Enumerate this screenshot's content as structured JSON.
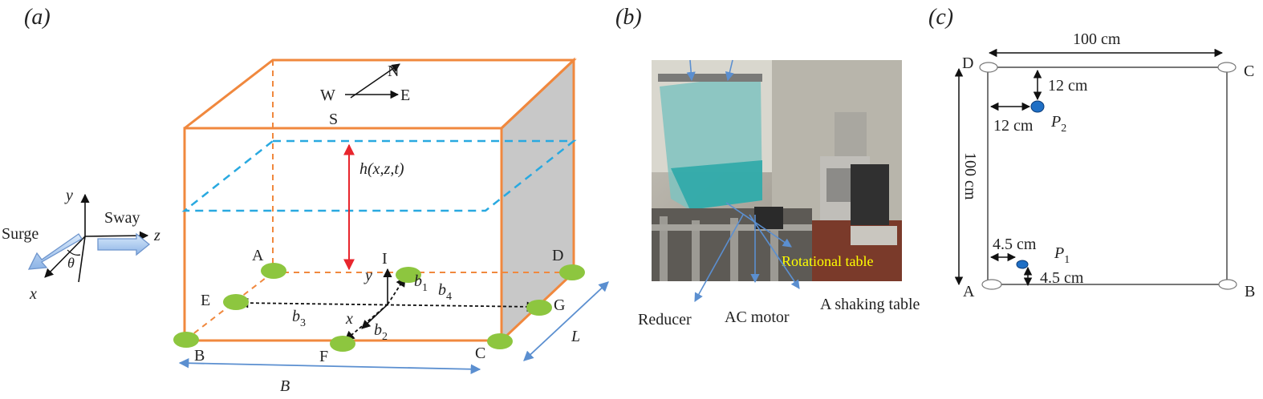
{
  "panel_a": {
    "tag": "(a)",
    "directions": {
      "n": "N",
      "w": "W",
      "e": "E",
      "s": "S"
    },
    "height_label": "h(x,z,t)",
    "axes": {
      "y": "y",
      "z": "z",
      "x": "x",
      "theta": "θ"
    },
    "motions": {
      "surge": "Surge",
      "sway": "Sway"
    },
    "points": {
      "a": "A",
      "b": "B",
      "c": "C",
      "d": "D",
      "e": "E",
      "f": "F",
      "g": "G",
      "i": "I"
    },
    "inner_axes": {
      "y": "y",
      "x": "x"
    },
    "dims": {
      "b1": "b",
      "b1_sub": "1",
      "b2": "b",
      "b2_sub": "2",
      "b3": "b",
      "b3_sub": "3",
      "b4": "b",
      "b4_sub": "4",
      "width": "B",
      "length": "L"
    }
  },
  "panel_b": {
    "tag": "(b)",
    "labels": {
      "rotational": "Rotational table",
      "reducer": "Reducer",
      "motor": "AC motor",
      "shaking": "A shaking table"
    },
    "colors": {
      "rotational_label": "#ffff00",
      "pointer": "#5b8fd0"
    }
  },
  "panel_c": {
    "tag": "(c)",
    "top_dim": "100 cm",
    "side_dim": "100 cm",
    "corners": {
      "d": "D",
      "c": "C",
      "a": "A",
      "b": "B"
    },
    "p2": {
      "name": "P",
      "sub": "2",
      "dy": "12 cm",
      "dx": "12 cm"
    },
    "p1": {
      "name": "P",
      "sub": "1",
      "dx": "4.5 cm",
      "dy": "4.5 cm"
    }
  },
  "colors": {
    "tank_edge": "#f0883e",
    "water_line": "#29a9e0",
    "height_arrow": "#e8262d",
    "gauge": "#8dc63f",
    "dim_arrow": "#5b8fd0",
    "probe": "#1f6fc5"
  }
}
